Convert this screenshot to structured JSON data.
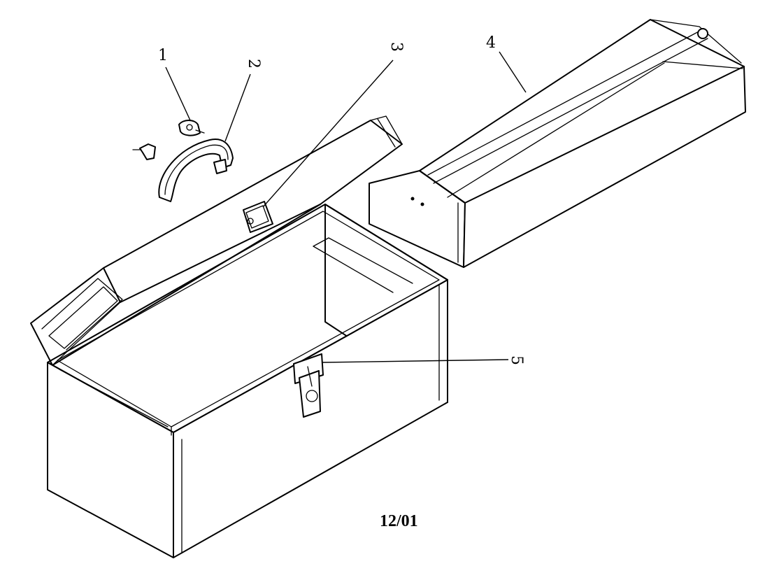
{
  "diagram": {
    "date_code": "12/01",
    "callouts": [
      {
        "id": "1",
        "label": "1"
      },
      {
        "id": "2",
        "label": "2"
      },
      {
        "id": "3",
        "label": "3"
      },
      {
        "id": "4",
        "label": "4"
      },
      {
        "id": "5",
        "label": "5"
      }
    ]
  }
}
